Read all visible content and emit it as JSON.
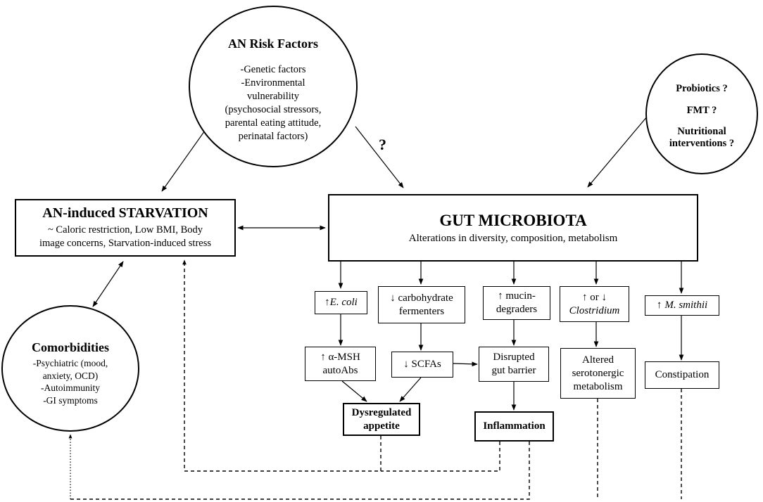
{
  "risk": {
    "title": "AN Risk Factors",
    "lines": [
      "-Genetic factors",
      "-Environmental",
      "vulnerability",
      "(psychosocial stressors,",
      "parental eating attitude,",
      "perinatal factors)"
    ]
  },
  "question_mark": "?",
  "interventions": {
    "probiotics": "Probiotics ?",
    "fmt": "FMT ?",
    "nutritional_1": "Nutritional",
    "nutritional_2": "interventions ?"
  },
  "starvation": {
    "title": "AN-induced STARVATION",
    "line1": "~ Caloric restriction, Low BMI, Body",
    "line2": "image concerns, Starvation-induced stress"
  },
  "microbiota": {
    "title": "GUT MICROBIOTA",
    "subtitle": "Alterations in diversity, composition, metabolism"
  },
  "comorbidities": {
    "title": "Comorbidities",
    "lines": [
      "-Psychiatric (mood,",
      "anxiety, OCD)",
      "-Autoimmunity",
      "-GI symptoms"
    ]
  },
  "nodes": {
    "ecoli_arrow": "↑",
    "ecoli_name": "E. coli",
    "carb_1": "↓ carbohydrate",
    "carb_2": "fermenters",
    "mucin_1": "↑ mucin-",
    "mucin_2": "degraders",
    "clost_1": "↑ or ↓",
    "clost_2": "Clostridium",
    "msmithii_arrow": "↑",
    "msmithii_name": "M. smithii",
    "amsh_1": "↑ α-MSH",
    "amsh_2": "autoAbs",
    "scfa": "↓ SCFAs",
    "barrier_1": "Disrupted",
    "barrier_2": "gut barrier",
    "sero_1": "Altered",
    "sero_2": "serotonergic",
    "sero_3": "metabolism",
    "constipation": "Constipation",
    "appetite_1": "Dysregulated",
    "appetite_2": "appetite",
    "inflammation": "Inflammation"
  }
}
